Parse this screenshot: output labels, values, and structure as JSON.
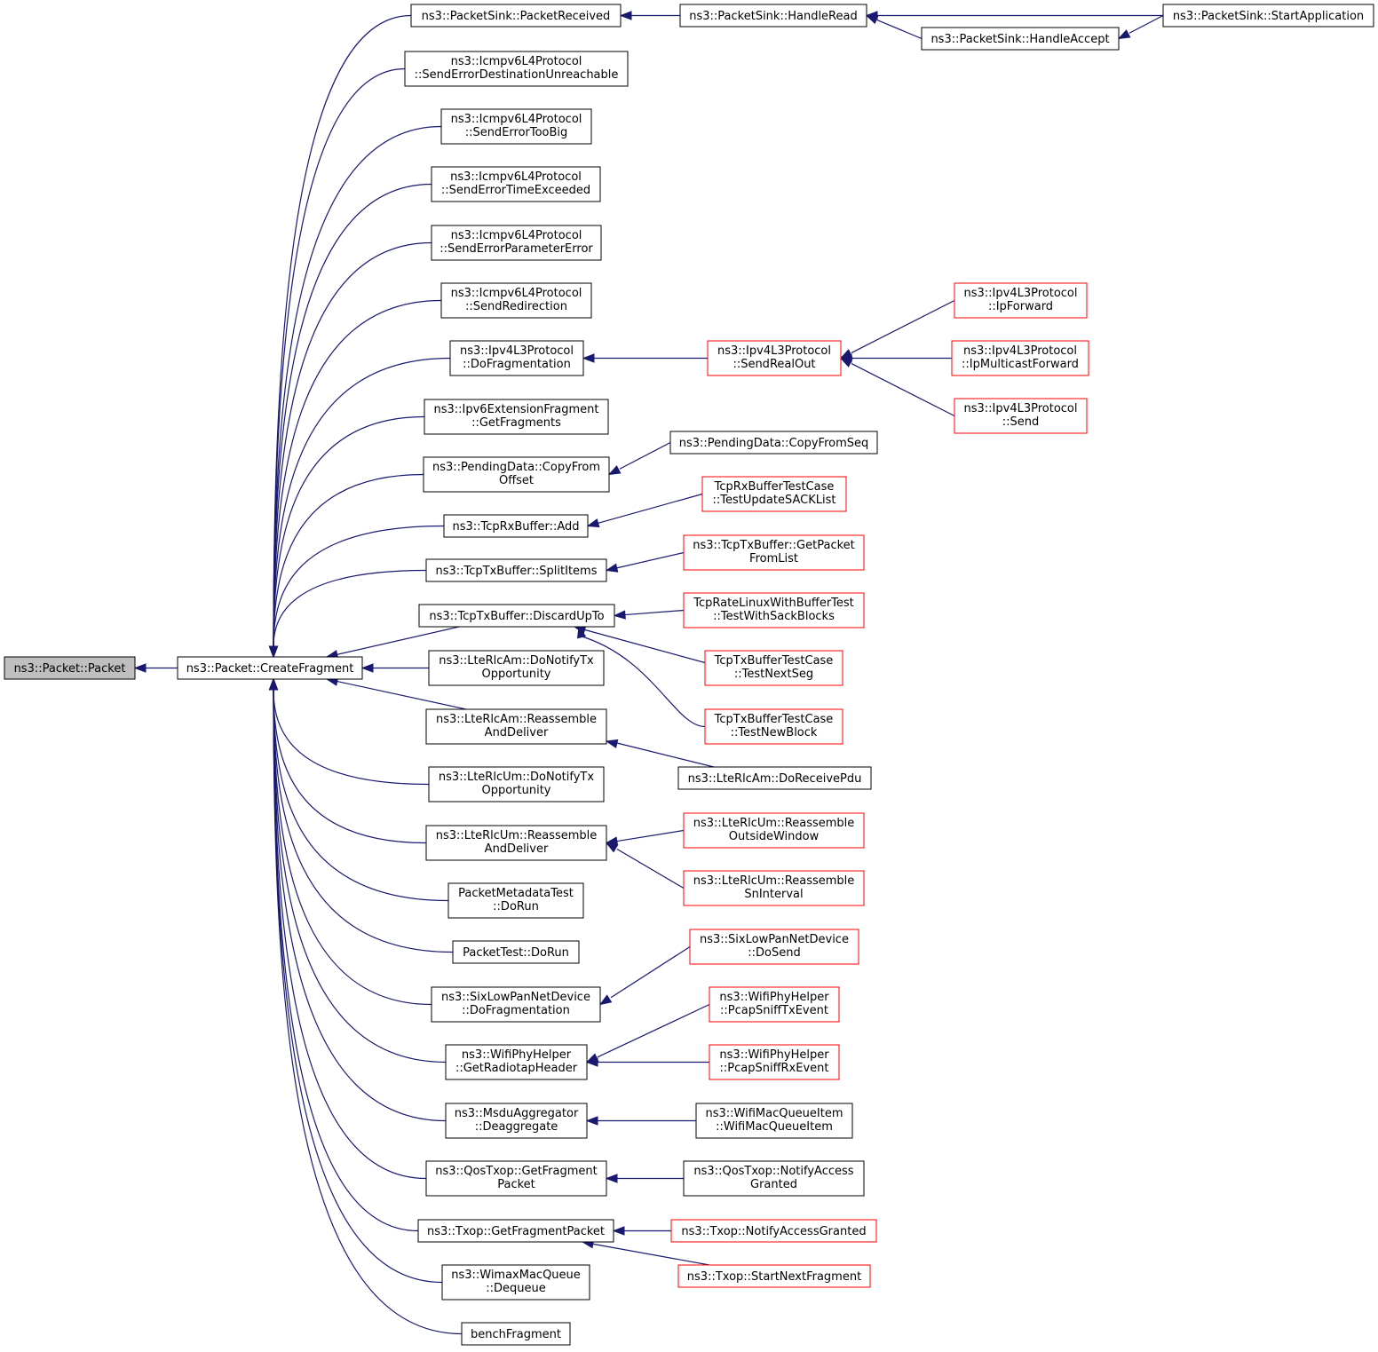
{
  "nodes": [
    {
      "id": "root",
      "lines": [
        "ns3::Packet::Packet"
      ],
      "style": "root"
    },
    {
      "id": "cf",
      "lines": [
        "ns3::Packet::CreateFragment"
      ],
      "style": "normal"
    },
    {
      "id": "psRecv",
      "lines": [
        "ns3::PacketSink::PacketReceived"
      ],
      "style": "normal"
    },
    {
      "id": "psRead",
      "lines": [
        "ns3::PacketSink::HandleRead"
      ],
      "style": "normal"
    },
    {
      "id": "psAccept",
      "lines": [
        "ns3::PacketSink::HandleAccept"
      ],
      "style": "normal"
    },
    {
      "id": "psStart",
      "lines": [
        "ns3::PacketSink::StartApplication"
      ],
      "style": "normal"
    },
    {
      "id": "icDest",
      "lines": [
        "ns3::Icmpv6L4Protocol",
        "::SendErrorDestinationUnreachable"
      ],
      "style": "normal"
    },
    {
      "id": "icBig",
      "lines": [
        "ns3::Icmpv6L4Protocol",
        "::SendErrorTooBig"
      ],
      "style": "normal"
    },
    {
      "id": "icTime",
      "lines": [
        "ns3::Icmpv6L4Protocol",
        "::SendErrorTimeExceeded"
      ],
      "style": "normal"
    },
    {
      "id": "icParam",
      "lines": [
        "ns3::Icmpv6L4Protocol",
        "::SendErrorParameterError"
      ],
      "style": "normal"
    },
    {
      "id": "icRedir",
      "lines": [
        "ns3::Icmpv6L4Protocol",
        "::SendRedirection"
      ],
      "style": "normal"
    },
    {
      "id": "ipFrag",
      "lines": [
        "ns3::Ipv4L3Protocol",
        "::DoFragmentation"
      ],
      "style": "normal"
    },
    {
      "id": "ipReal",
      "lines": [
        "ns3::Ipv4L3Protocol",
        "::SendRealOut"
      ],
      "style": "red"
    },
    {
      "id": "ipFwd",
      "lines": [
        "ns3::Ipv4L3Protocol",
        "::IpForward"
      ],
      "style": "red"
    },
    {
      "id": "ipMc",
      "lines": [
        "ns3::Ipv4L3Protocol",
        "::IpMulticastForward"
      ],
      "style": "red"
    },
    {
      "id": "ipSend",
      "lines": [
        "ns3::Ipv4L3Protocol",
        "::Send"
      ],
      "style": "red"
    },
    {
      "id": "ip6Frag",
      "lines": [
        "ns3::Ipv6ExtensionFragment",
        "::GetFragments"
      ],
      "style": "normal"
    },
    {
      "id": "pdOff",
      "lines": [
        "ns3::PendingData::CopyFrom",
        "Offset"
      ],
      "style": "normal"
    },
    {
      "id": "pdSeq",
      "lines": [
        "ns3::PendingData::CopyFromSeq"
      ],
      "style": "normal"
    },
    {
      "id": "rxAdd",
      "lines": [
        "ns3::TcpRxBuffer::Add"
      ],
      "style": "normal"
    },
    {
      "id": "rxSack",
      "lines": [
        "TcpRxBufferTestCase",
        "::TestUpdateSACKList"
      ],
      "style": "red"
    },
    {
      "id": "txSplit",
      "lines": [
        "ns3::TcpTxBuffer::SplitItems"
      ],
      "style": "normal"
    },
    {
      "id": "txGetPkt",
      "lines": [
        "ns3::TcpTxBuffer::GetPacket",
        "FromList"
      ],
      "style": "red"
    },
    {
      "id": "txDiscard",
      "lines": [
        "ns3::TcpTxBuffer::DiscardUpTo"
      ],
      "style": "normal"
    },
    {
      "id": "rateTest",
      "lines": [
        "TcpRateLinuxWithBufferTest",
        "::TestWithSackBlocks"
      ],
      "style": "red"
    },
    {
      "id": "txNextSeg",
      "lines": [
        "TcpTxBufferTestCase",
        "::TestNextSeg"
      ],
      "style": "red"
    },
    {
      "id": "txNewBlock",
      "lines": [
        "TcpTxBufferTestCase",
        "::TestNewBlock"
      ],
      "style": "red"
    },
    {
      "id": "amNotify",
      "lines": [
        "ns3::LteRlcAm::DoNotifyTx",
        "Opportunity"
      ],
      "style": "normal"
    },
    {
      "id": "amReasm",
      "lines": [
        "ns3::LteRlcAm::Reassemble",
        "AndDeliver"
      ],
      "style": "normal"
    },
    {
      "id": "amRecv",
      "lines": [
        "ns3::LteRlcAm::DoReceivePdu"
      ],
      "style": "normal"
    },
    {
      "id": "umNotify",
      "lines": [
        "ns3::LteRlcUm::DoNotifyTx",
        "Opportunity"
      ],
      "style": "normal"
    },
    {
      "id": "umReasm",
      "lines": [
        "ns3::LteRlcUm::Reassemble",
        "AndDeliver"
      ],
      "style": "normal"
    },
    {
      "id": "umOut",
      "lines": [
        "ns3::LteRlcUm::Reassemble",
        "OutsideWindow"
      ],
      "style": "red"
    },
    {
      "id": "umSn",
      "lines": [
        "ns3::LteRlcUm::Reassemble",
        "SnInterval"
      ],
      "style": "red"
    },
    {
      "id": "pmTest",
      "lines": [
        "PacketMetadataTest",
        "::DoRun"
      ],
      "style": "normal"
    },
    {
      "id": "pTest",
      "lines": [
        "PacketTest::DoRun"
      ],
      "style": "normal"
    },
    {
      "id": "sixFrag",
      "lines": [
        "ns3::SixLowPanNetDevice",
        "::DoFragmentation"
      ],
      "style": "normal"
    },
    {
      "id": "sixSend",
      "lines": [
        "ns3::SixLowPanNetDevice",
        "::DoSend"
      ],
      "style": "red"
    },
    {
      "id": "wifiRadio",
      "lines": [
        "ns3::WifiPhyHelper",
        "::GetRadiotapHeader"
      ],
      "style": "normal"
    },
    {
      "id": "wifiTx",
      "lines": [
        "ns3::WifiPhyHelper",
        "::PcapSniffTxEvent"
      ],
      "style": "red"
    },
    {
      "id": "wifiRx",
      "lines": [
        "ns3::WifiPhyHelper",
        "::PcapSniffRxEvent"
      ],
      "style": "red"
    },
    {
      "id": "msdu",
      "lines": [
        "ns3::MsduAggregator",
        "::Deaggregate"
      ],
      "style": "normal"
    },
    {
      "id": "wmqi",
      "lines": [
        "ns3::WifiMacQueueItem",
        "::WifiMacQueueItem"
      ],
      "style": "normal"
    },
    {
      "id": "qosFrag",
      "lines": [
        "ns3::QosTxop::GetFragment",
        "Packet"
      ],
      "style": "normal"
    },
    {
      "id": "qosNotify",
      "lines": [
        "ns3::QosTxop::NotifyAccess",
        "Granted"
      ],
      "style": "normal"
    },
    {
      "id": "txopFrag",
      "lines": [
        "ns3::Txop::GetFragmentPacket"
      ],
      "style": "normal"
    },
    {
      "id": "txopNotify",
      "lines": [
        "ns3::Txop::NotifyAccessGranted"
      ],
      "style": "red"
    },
    {
      "id": "txopNext",
      "lines": [
        "ns3::Txop::StartNextFragment"
      ],
      "style": "red"
    },
    {
      "id": "wimax",
      "lines": [
        "ns3::WimaxMacQueue",
        "::Dequeue"
      ],
      "style": "normal"
    },
    {
      "id": "bench",
      "lines": [
        "benchFragment"
      ],
      "style": "normal"
    }
  ],
  "edges": [
    [
      "root",
      "cf"
    ],
    [
      "cf",
      "psRecv"
    ],
    [
      "cf",
      "icDest"
    ],
    [
      "cf",
      "icBig"
    ],
    [
      "cf",
      "icTime"
    ],
    [
      "cf",
      "icParam"
    ],
    [
      "cf",
      "icRedir"
    ],
    [
      "cf",
      "ipFrag"
    ],
    [
      "cf",
      "ip6Frag"
    ],
    [
      "cf",
      "pdOff"
    ],
    [
      "cf",
      "rxAdd"
    ],
    [
      "cf",
      "txSplit"
    ],
    [
      "cf",
      "txDiscard"
    ],
    [
      "cf",
      "amNotify"
    ],
    [
      "cf",
      "amReasm"
    ],
    [
      "cf",
      "umNotify"
    ],
    [
      "cf",
      "umReasm"
    ],
    [
      "cf",
      "pmTest"
    ],
    [
      "cf",
      "pTest"
    ],
    [
      "cf",
      "sixFrag"
    ],
    [
      "cf",
      "wifiRadio"
    ],
    [
      "cf",
      "msdu"
    ],
    [
      "cf",
      "qosFrag"
    ],
    [
      "cf",
      "txopFrag"
    ],
    [
      "cf",
      "wimax"
    ],
    [
      "cf",
      "bench"
    ],
    [
      "psRecv",
      "psRead"
    ],
    [
      "psRead",
      "psStart"
    ],
    [
      "psRead",
      "psAccept"
    ],
    [
      "psAccept",
      "psStart"
    ],
    [
      "ipFrag",
      "ipReal"
    ],
    [
      "ipReal",
      "ipFwd"
    ],
    [
      "ipReal",
      "ipMc"
    ],
    [
      "ipReal",
      "ipSend"
    ],
    [
      "pdOff",
      "pdSeq"
    ],
    [
      "rxAdd",
      "rxSack"
    ],
    [
      "txSplit",
      "txGetPkt"
    ],
    [
      "txDiscard",
      "rateTest"
    ],
    [
      "txDiscard",
      "txNextSeg"
    ],
    [
      "txDiscard",
      "txNewBlock"
    ],
    [
      "amReasm",
      "amRecv"
    ],
    [
      "umReasm",
      "umOut"
    ],
    [
      "umReasm",
      "umSn"
    ],
    [
      "sixFrag",
      "sixSend"
    ],
    [
      "wifiRadio",
      "wifiTx"
    ],
    [
      "wifiRadio",
      "wifiRx"
    ],
    [
      "msdu",
      "wmqi"
    ],
    [
      "qosFrag",
      "qosNotify"
    ],
    [
      "txopFrag",
      "txopNotify"
    ],
    [
      "txopFrag",
      "txopNext"
    ]
  ],
  "colors": {
    "edge": "#191970",
    "red_border": "#ff0000",
    "root_fill": "#bfbfbf"
  }
}
